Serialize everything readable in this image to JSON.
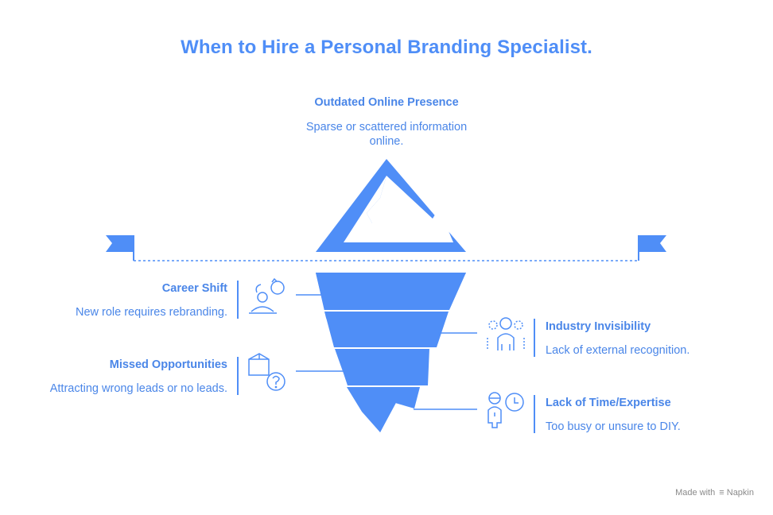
{
  "title": "When to Hire a Personal Branding Specialist.",
  "colors": {
    "accent": "#4f8ef7",
    "text": "#4a86e8"
  },
  "top": {
    "title": "Outdated Online Presence",
    "description": "Sparse or scattered information online."
  },
  "left_items": [
    {
      "title": "Career Shift",
      "description": "New role requires rebranding.",
      "icon": "person-rotate-icon"
    },
    {
      "title": "Missed Opportunities",
      "description": "Attracting wrong leads or no leads.",
      "icon": "box-question-icon"
    }
  ],
  "right_items": [
    {
      "title": "Industry Invisibility",
      "description": "Lack of external recognition.",
      "icon": "people-group-icon"
    },
    {
      "title": "Lack of Time/Expertise",
      "description": "Too busy or unsure to DIY.",
      "icon": "person-clock-icon"
    }
  ],
  "footer": {
    "made_with": "Made with",
    "brand": "Napkin"
  }
}
